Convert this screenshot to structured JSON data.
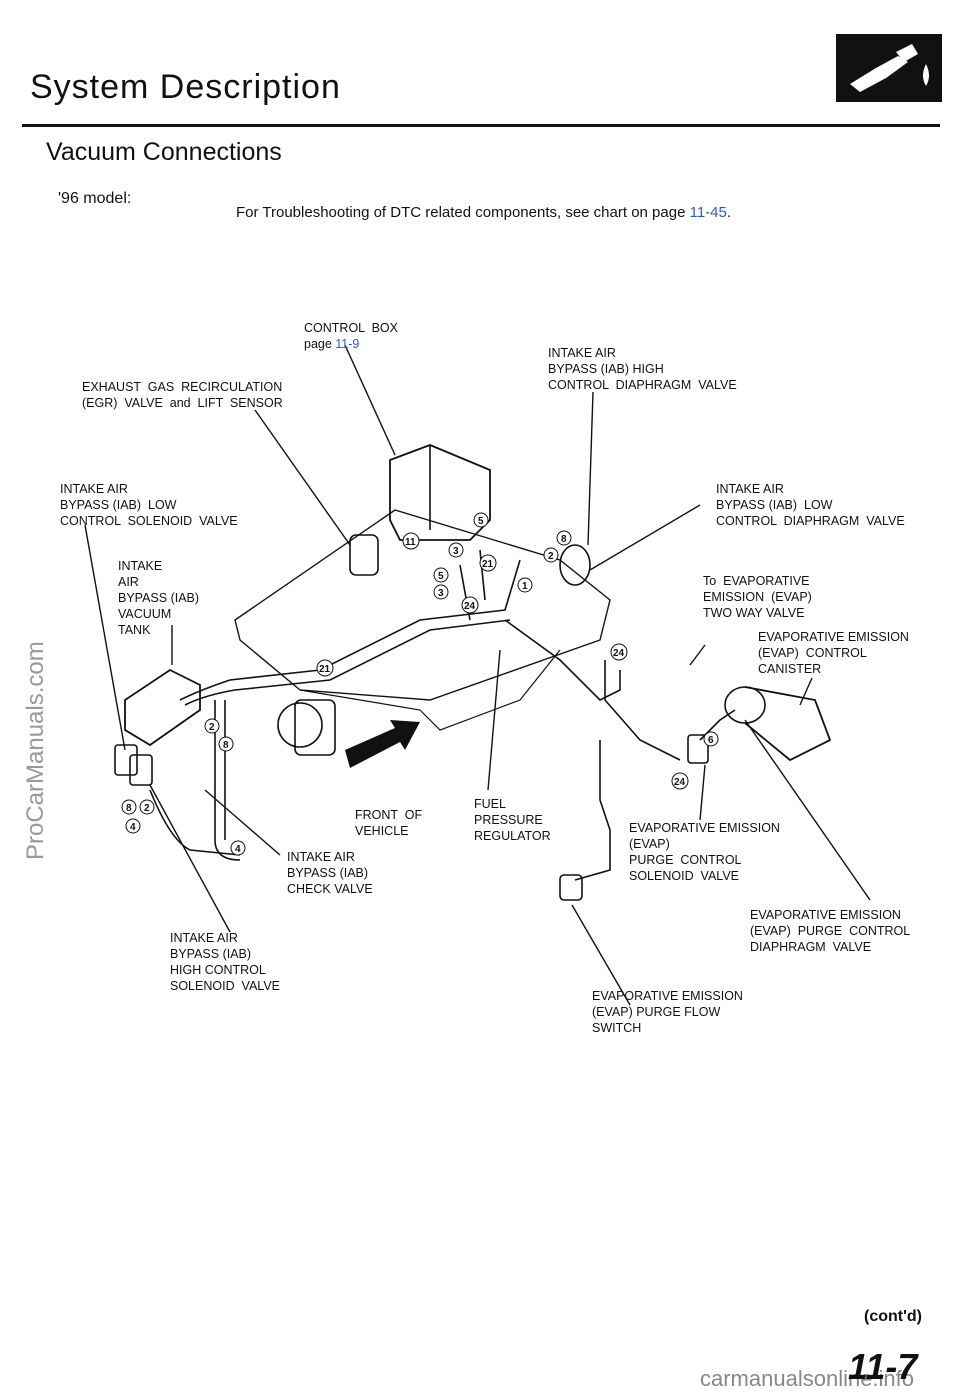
{
  "header": {
    "title": "System Description",
    "subtitle": "Vacuum Connections",
    "model": "'96 model:",
    "note_prefix": "For Troubleshooting of DTC related components, see chart on page ",
    "note_link": "11-45",
    "note_suffix": "."
  },
  "labels": {
    "control_box": "CONTROL  BOX",
    "control_box_page_prefix": "page ",
    "control_box_page": "11-9",
    "egr": "EXHAUST  GAS  RECIRCULATION\n(EGR)  VALVE  and  LIFT  SENSOR",
    "iab_high_diaphragm": "INTAKE AIR\nBYPASS (IAB) HIGH\nCONTROL  DIAPHRAGM  VALVE",
    "iab_low_solenoid": "INTAKE AIR\nBYPASS (IAB)  LOW\nCONTROL  SOLENOID  VALVE",
    "iab_low_diaphragm": "INTAKE AIR\nBYPASS (IAB)  LOW\nCONTROL  DIAPHRAGM  VALVE",
    "iab_vacuum_tank": "INTAKE\nAIR\nBYPASS (IAB)\nVACUUM\nTANK",
    "evap_two_way": "To  EVAPORATIVE\nEMISSION  (EVAP)\nTWO WAY VALVE",
    "evap_canister": "EVAPORATIVE EMISSION\n(EVAP)  CONTROL\nCANISTER",
    "front_of_vehicle": "FRONT  OF\nVEHICLE",
    "fuel_pressure_regulator": "FUEL\nPRESSURE\nREGULATOR",
    "evap_purge_solenoid": "EVAPORATIVE EMISSION\n(EVAP)\nPURGE  CONTROL\nSOLENOID  VALVE",
    "iab_check_valve": "INTAKE AIR\nBYPASS (IAB)\nCHECK VALVE",
    "evap_purge_diaphragm": "EVAPORATIVE EMISSION\n(EVAP)  PURGE  CONTROL\nDIAPHRAGM  VALVE",
    "iab_high_solenoid": "INTAKE AIR\nBYPASS (IAB)\nHIGH CONTROL\nSOLENOID  VALVE",
    "evap_purge_flow": "EVAPORATIVE EMISSION\n(EVAP) PURGE FLOW\nSWITCH"
  },
  "hose_numbers": [
    "1",
    "2",
    "3",
    "4",
    "5",
    "6",
    "8",
    "11",
    "21",
    "24"
  ],
  "footer": {
    "contd": "(cont'd)",
    "page_number": "11-7",
    "watermark_side": "ProCarManuals.com",
    "watermark_bottom": "carmanualsonline.info"
  },
  "colors": {
    "link": "#3355cc",
    "ink": "#111111"
  }
}
